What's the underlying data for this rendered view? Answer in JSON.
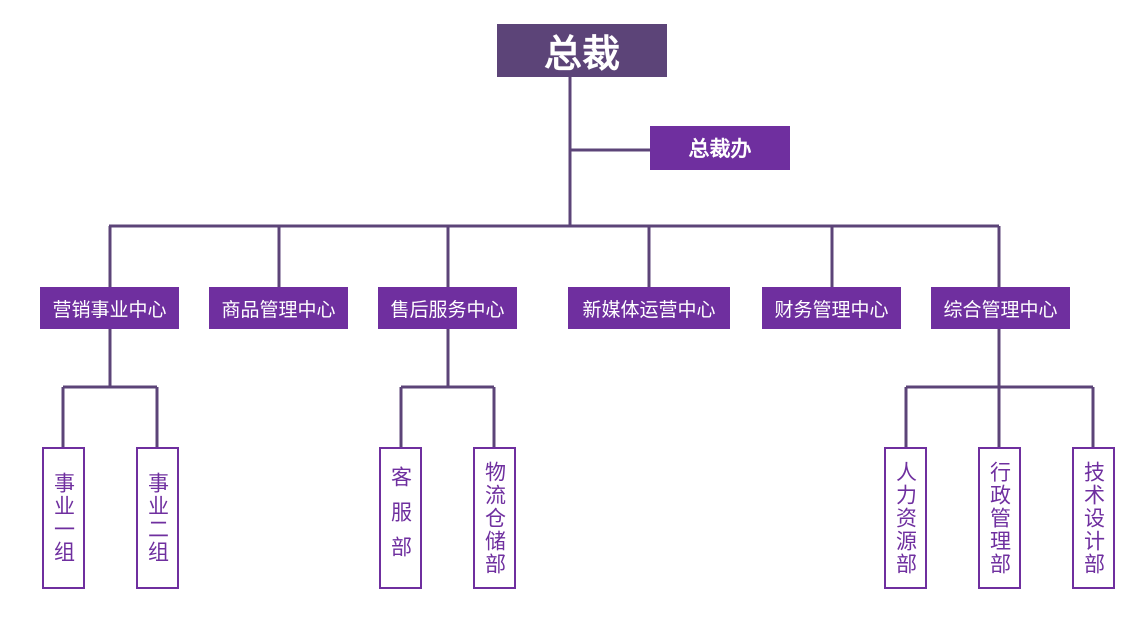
{
  "colors": {
    "ceo_fill": "#5c4478",
    "accent": "#6f2f9f",
    "line": "#5c4478"
  },
  "ceo": "总裁",
  "ceo_office": "总裁办",
  "centers": [
    {
      "label": "营销事业中心",
      "departments": [
        "事业一组",
        "事业二组"
      ]
    },
    {
      "label": "商品管理中心",
      "departments": []
    },
    {
      "label": "售后服务中心",
      "departments": [
        "客服部",
        "物流仓储部"
      ]
    },
    {
      "label": "新媒体运营中心",
      "departments": []
    },
    {
      "label": "财务管理中心",
      "departments": []
    },
    {
      "label": "综合管理中心",
      "departments": [
        "人力资源部",
        "行政管理部",
        "技术设计部"
      ]
    }
  ]
}
